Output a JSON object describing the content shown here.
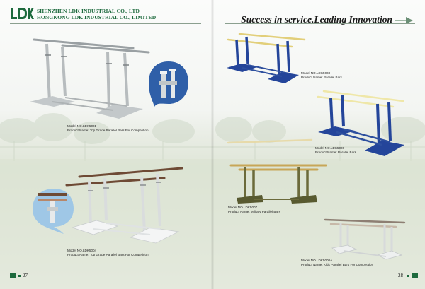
{
  "header": {
    "company_line1": "SHENZHEN LDK INDUSTRIAL CO., LTD",
    "company_line2": "HONGKONG LDK INDUSTRIAL CO., LIMITED",
    "slogan": "Success in service,Leading Innovation"
  },
  "products": [
    {
      "model": "Model NO.LDK5001",
      "name": "Product Name: Top Grade Parallel Bars For Competition"
    },
    {
      "model": "Model NO.LDK5004",
      "name": "Product Name: Top Grade Parallel Bars For Competition"
    },
    {
      "model": "Model NO.LDK5003",
      "name": "Product Name: Parallel Bars"
    },
    {
      "model": "Model NO.LDK5006",
      "name": "Product Name: Parallel Bars"
    },
    {
      "model": "Model NO.LDK5007",
      "name": "Product Name: Military Parallel Bars"
    },
    {
      "model": "Model NO.LDK5008A",
      "name": "Product Name: Kids Parallel Bars For Competition"
    }
  ],
  "pages": {
    "left": "27",
    "right": "28"
  },
  "colors": {
    "brand_green": "#1d6a3d",
    "callout_blue": "#2f5fa8",
    "callout_light": "#9fc7e6",
    "product_blue": "#24459a"
  }
}
